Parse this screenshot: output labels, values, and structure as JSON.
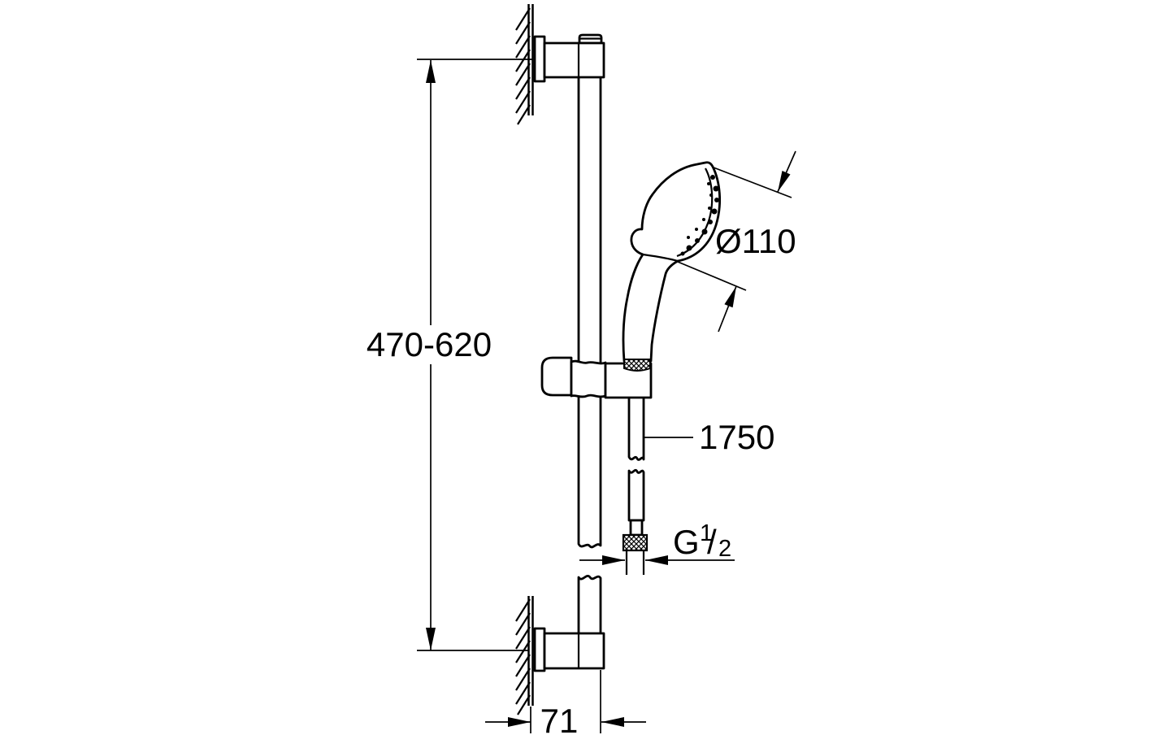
{
  "drawing": {
    "colors": {
      "ink": "#000000",
      "background": "#ffffff"
    },
    "labels": {
      "rail_height_range": "470-620",
      "head_diameter": "Ø110",
      "hose_length": "1750",
      "wall_distance": "71",
      "thread": {
        "letter": "G",
        "numerator": "1",
        "slash": "/",
        "denominator": "2"
      }
    }
  }
}
